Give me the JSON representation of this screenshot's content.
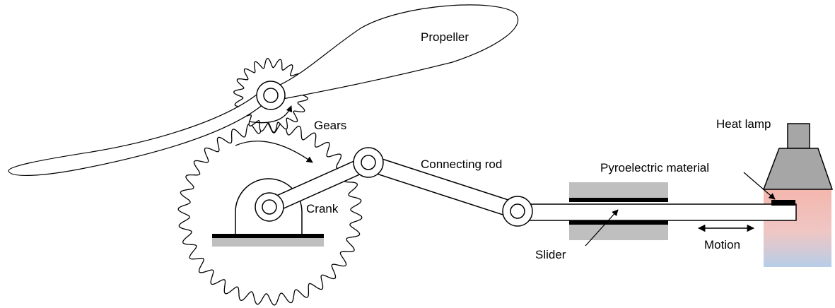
{
  "labels": {
    "propeller": "Propeller",
    "gears": "Gears",
    "connecting_rod": "Connecting rod",
    "crank": "Crank",
    "heat_lamp": "Heat lamp",
    "pyroelectric_material": "Pyroelectric material",
    "slider": "Slider",
    "motion": "Motion"
  },
  "colors": {
    "stroke": "#000000",
    "guide_gray": "#bfbfbf",
    "lamp_gray": "#a6a6a6",
    "heat_red": "#f4b7ae",
    "cool_blue": "#b7cde8"
  }
}
